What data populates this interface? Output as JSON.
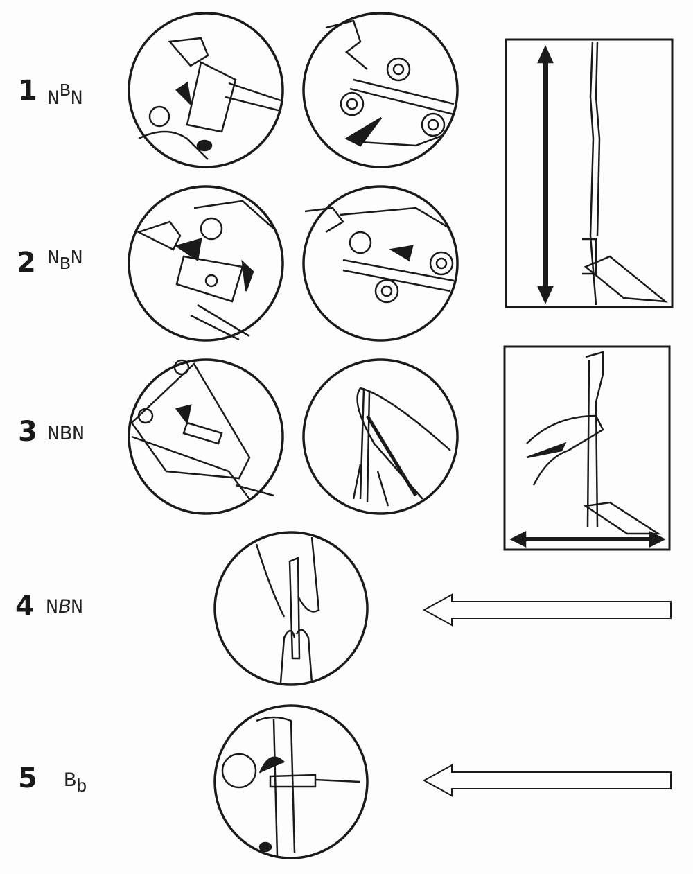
{
  "steps": [
    {
      "number": "1",
      "code_pre": "N",
      "code_mark": "B",
      "code_post": "N",
      "mark_position": "superscript"
    },
    {
      "number": "2",
      "code_pre": "N",
      "code_mark": "B",
      "code_post": "N",
      "mark_position": "subscript"
    },
    {
      "number": "3",
      "code": "NBN"
    },
    {
      "number": "4",
      "code_pre": "N",
      "code_mark": "B",
      "code_post": "N",
      "mark_position": "italic"
    },
    {
      "number": "5",
      "code_pre": "B",
      "code_mark": "b",
      "mark_position": "subscript"
    }
  ],
  "colors": {
    "ink": "#1a1a1a",
    "paper": "#fdfdfd"
  }
}
